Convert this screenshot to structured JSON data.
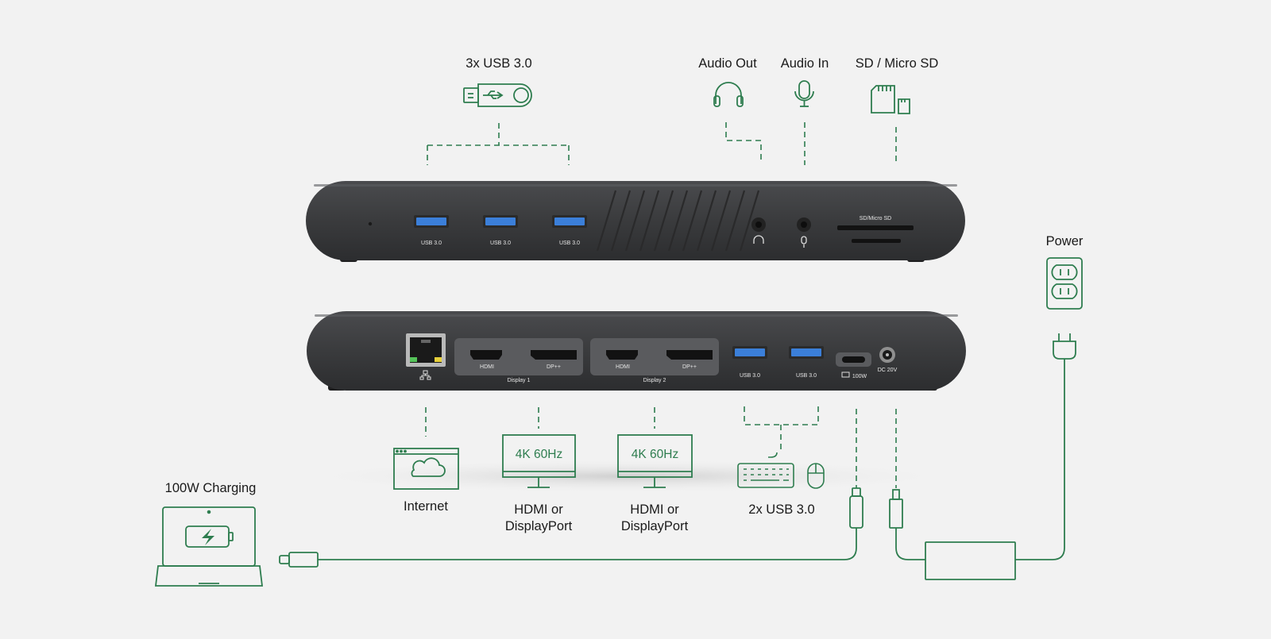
{
  "labels": {
    "usb_top": "3x USB 3.0",
    "audio_out": "Audio Out",
    "audio_in": "Audio In",
    "sd_card": "SD / Micro SD",
    "power": "Power",
    "charging": "100W Charging",
    "internet": "Internet",
    "display1_line1": "HDMI or",
    "display1_line2": "DisplayPort",
    "display2_line1": "HDMI or",
    "display2_line2": "DisplayPort",
    "usb_bottom": "2x USB 3.0"
  },
  "monitors": {
    "display1_res": "4K 60Hz",
    "display2_res": "4K 60Hz"
  },
  "dock_front": {
    "usb_ports": [
      "USB 3.0",
      "USB 3.0",
      "USB 3.0"
    ],
    "card_slot_label": "SD/Micro SD"
  },
  "dock_back": {
    "hdmi_1": "HDMI",
    "dp_1": "DP++",
    "group_1": "Display 1",
    "hdmi_2": "HDMI",
    "dp_2": "DP++",
    "group_2": "Display 2",
    "usb_ports": [
      "USB 3.0",
      "USB 3.0"
    ],
    "usb_c_label": "100W",
    "dc_label": "DC 20V"
  },
  "colors": {
    "accent": "#2e7d4f",
    "dock_body": "#3b3c3e",
    "usb_blue": "#3b7fd9",
    "background": "#f2f2f2"
  }
}
